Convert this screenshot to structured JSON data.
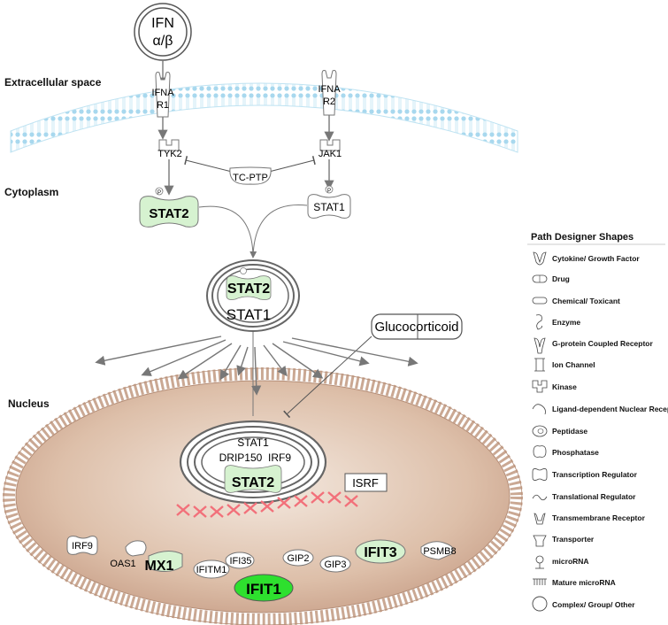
{
  "regions": {
    "extracellular": "Extracellular space",
    "cytoplasm": "Cytoplasm",
    "nucleus": "Nucleus"
  },
  "ligand": {
    "line1": "IFN",
    "line2": "α/β"
  },
  "receptors": {
    "r1": {
      "line1": "IFNA",
      "line2": "R1"
    },
    "r2": {
      "line1": "IFNA",
      "line2": "R2"
    }
  },
  "kinases": {
    "tyk2": "TYK2",
    "jak1": "JAK1"
  },
  "phosphatase": "TC-PTP",
  "stats": {
    "stat2": "STAT2",
    "stat1": "STAT1"
  },
  "complex": {
    "stat2": "STAT2",
    "stat1": "STAT1"
  },
  "glucocorticoid": "Glucocorticoid",
  "nuclear_complex": {
    "stat1": "STAT1",
    "drip150": "DRIP150",
    "irf9": "IRF9",
    "stat2": "STAT2"
  },
  "isrf": "ISRF",
  "phospho_mark": "P",
  "targets": {
    "irf9": "IRF9",
    "oas1": "OAS1",
    "mx1": "MX1",
    "ifitm1": "IFITM1",
    "ifi35": "IFI35",
    "ifit1": "IFIT1",
    "gip2": "GIP2",
    "gip3": "GIP3",
    "ifit3": "IFIT3",
    "psmb8": "PSMB8"
  },
  "legend": {
    "title": "Path Designer Shapes",
    "items": [
      {
        "label": "Cytokine/ Growth Factor",
        "icon": "cytokine-icon"
      },
      {
        "label": "Drug",
        "icon": "drug-icon"
      },
      {
        "label": "Chemical/ Toxicant",
        "icon": "chemical-icon"
      },
      {
        "label": "Enzyme",
        "icon": "enzyme-icon"
      },
      {
        "label": "G-protein Coupled Receptor",
        "icon": "gpcr-icon"
      },
      {
        "label": "Ion Channel",
        "icon": "ion-channel-icon"
      },
      {
        "label": "Kinase",
        "icon": "kinase-icon"
      },
      {
        "label": "Ligand-dependent Nuclear Receptor",
        "icon": "nuclear-receptor-icon"
      },
      {
        "label": "Peptidase",
        "icon": "peptidase-icon"
      },
      {
        "label": "Phosphatase",
        "icon": "phosphatase-icon"
      },
      {
        "label": "Transcription Regulator",
        "icon": "transcription-regulator-icon"
      },
      {
        "label": "Translational Regulator",
        "icon": "translational-regulator-icon"
      },
      {
        "label": "Transmembrane Receptor",
        "icon": "transmembrane-receptor-icon"
      },
      {
        "label": "Transporter",
        "icon": "transporter-icon"
      },
      {
        "label": "microRNA",
        "icon": "microrna-icon"
      },
      {
        "label": "Mature microRNA",
        "icon": "mature-microrna-icon"
      },
      {
        "label": "Complex/ Group/ Other",
        "icon": "complex-icon"
      }
    ]
  },
  "colors": {
    "highlight_light": "#d6f2d0",
    "highlight_strong": "#2ee02e",
    "membrane": "#bfe3f2",
    "nucleus_fill": "#d8b8a4",
    "inhibition_mark": "#f2707a"
  }
}
